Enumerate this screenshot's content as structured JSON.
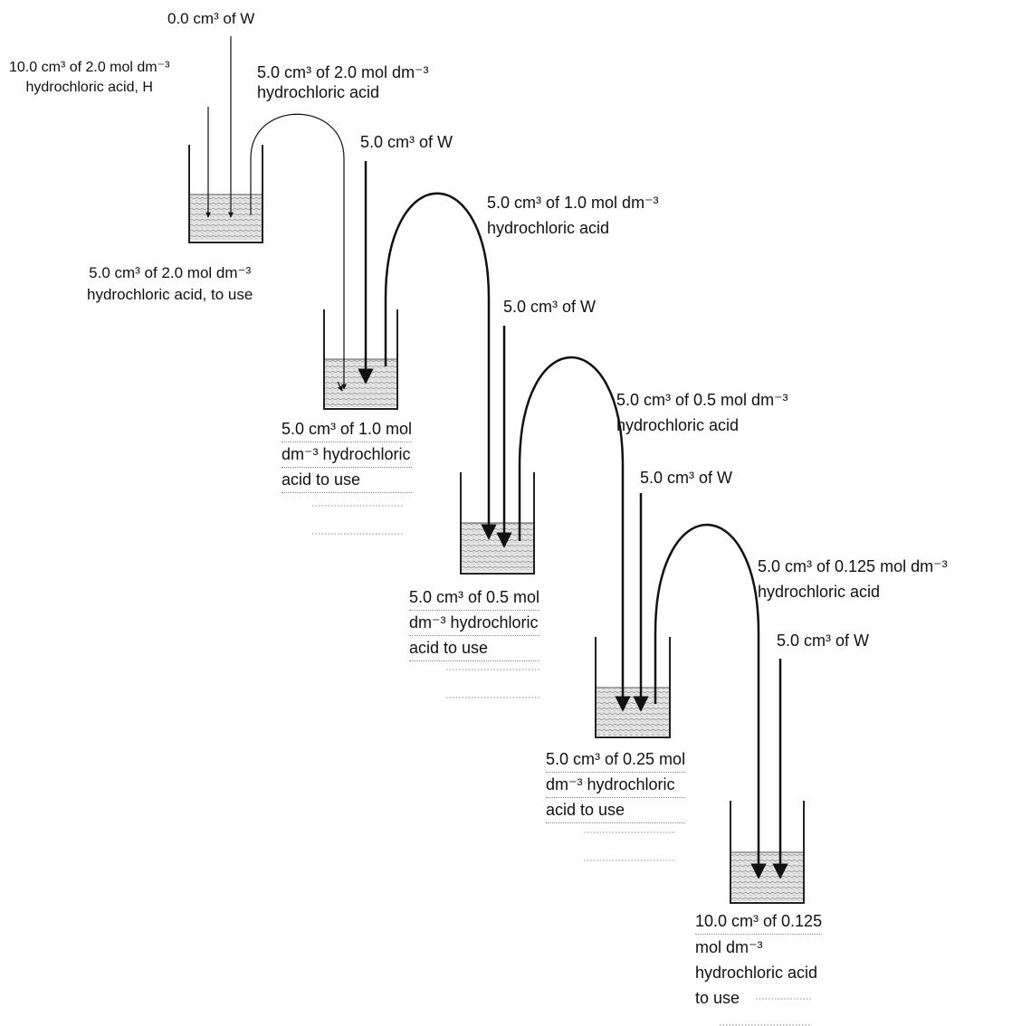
{
  "labels": {
    "top_water": "0.0 cm³ of W",
    "start_acid": [
      "10.0 cm³ of 2.0 mol dm⁻³",
      "hydrochloric acid, H"
    ],
    "transfer_1": [
      "5.0 cm³ of 2.0 mol dm⁻³",
      "hydrochloric acid"
    ],
    "use_1": [
      "5.0 cm³ of 2.0 mol dm⁻³",
      "hydrochloric acid, to use"
    ],
    "water_1": "5.0 cm³ of W",
    "transfer_2": [
      "5.0 cm³ of 1.0 mol dm⁻³",
      "hydrochloric acid"
    ],
    "water_2": "5.0 cm³ of W",
    "use_2": [
      "5.0 cm³ of 1.0 mol",
      "dm⁻³ hydrochloric",
      "acid to use"
    ],
    "transfer_3": [
      "5.0 cm³ of 0.5 mol dm⁻³",
      "hydrochloric acid"
    ],
    "water_3": "5.0 cm³ of W",
    "use_3": [
      "5.0 cm³ of 0.5 mol",
      "dm⁻³ hydrochloric",
      "acid to use"
    ],
    "transfer_4": [
      "5.0 cm³ of 0.125 mol dm⁻³",
      "hydrochloric acid"
    ],
    "water_4": "5.0 cm³ of W",
    "use_4": [
      "5.0 cm³ of 0.25 mol",
      "dm⁻³ hydrochloric",
      "acid to use"
    ],
    "use_5": [
      "10.0 cm³ of 0.125",
      "mol dm⁻³",
      "hydrochloric acid",
      "to use"
    ]
  }
}
